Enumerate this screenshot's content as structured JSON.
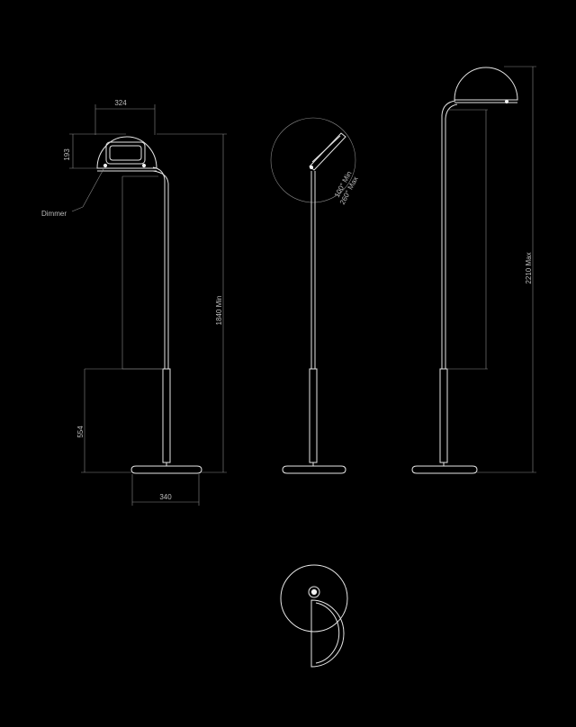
{
  "diagram": {
    "front_view": {
      "width_label": "324",
      "head_height_label": "193",
      "min_height_label": "1840 Min",
      "stem_height_label": "554",
      "base_width_label": "340",
      "callout_label": "Dimmer"
    },
    "side_view": {
      "angle_min_label": "100° Min",
      "angle_max_label": "260° Max"
    },
    "back_view": {
      "max_height_label": "2210 Max"
    }
  },
  "colors": {
    "background": "#000000",
    "line": "#e6e6e6",
    "dimension": "#8a8a8a",
    "text": "#bdbdbd"
  }
}
